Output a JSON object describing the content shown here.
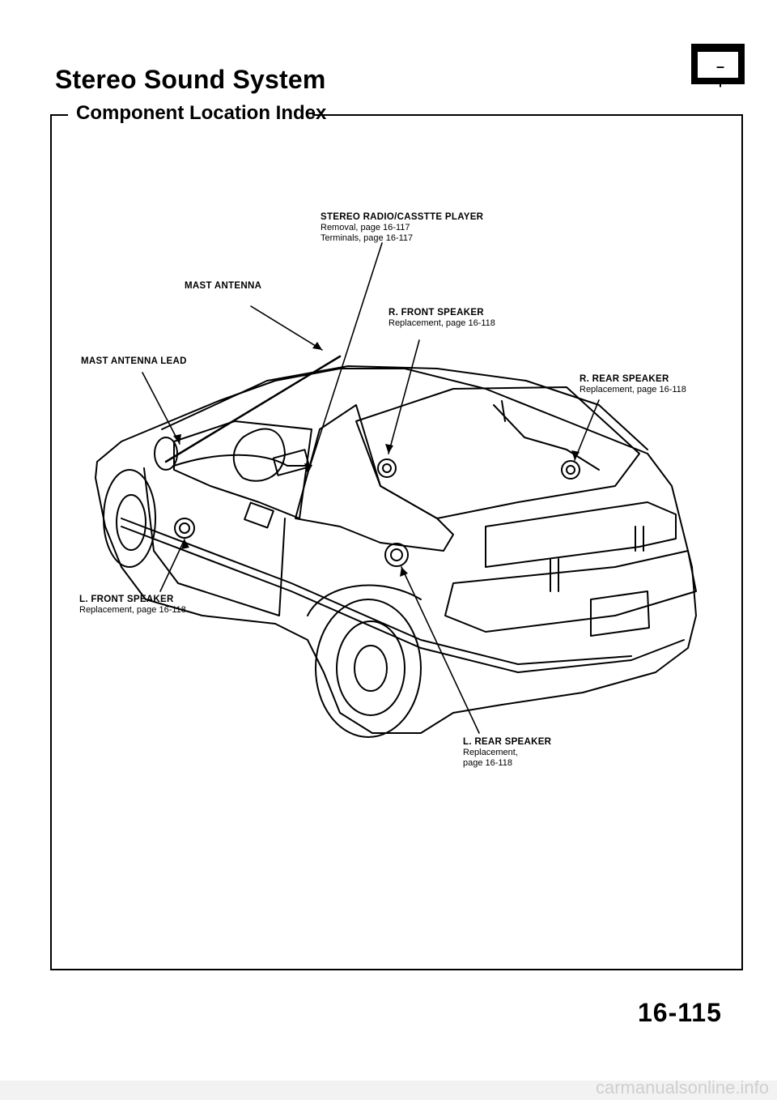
{
  "header": {
    "title": "Stereo Sound System",
    "subtitle": "Component Location Index",
    "battery_icon_signs": "– +"
  },
  "labels": {
    "stereo_player": {
      "head": "STEREO RADIO/CASSTTE PLAYER",
      "lines": [
        "Removal, page 16-117",
        "Terminals, page 16-117"
      ]
    },
    "mast_antenna": {
      "head": "MAST ANTENNA"
    },
    "r_front_speaker": {
      "head": "R. FRONT SPEAKER",
      "lines": [
        "Replacement, page 16-118"
      ]
    },
    "mast_antenna_lead": {
      "head": "MAST ANTENNA LEAD"
    },
    "r_rear_speaker": {
      "head": "R. REAR SPEAKER",
      "lines": [
        "Replacement, page 16-118"
      ]
    },
    "l_front_speaker": {
      "head": "L. FRONT SPEAKER",
      "lines": [
        "Replacement, page 16-118"
      ]
    },
    "l_rear_speaker": {
      "head": "L. REAR SPEAKER",
      "lines": [
        "Replacement,",
        "page 16-118"
      ]
    }
  },
  "footer": {
    "page_number": "16-115",
    "watermark": "carmanualsonline.info"
  }
}
